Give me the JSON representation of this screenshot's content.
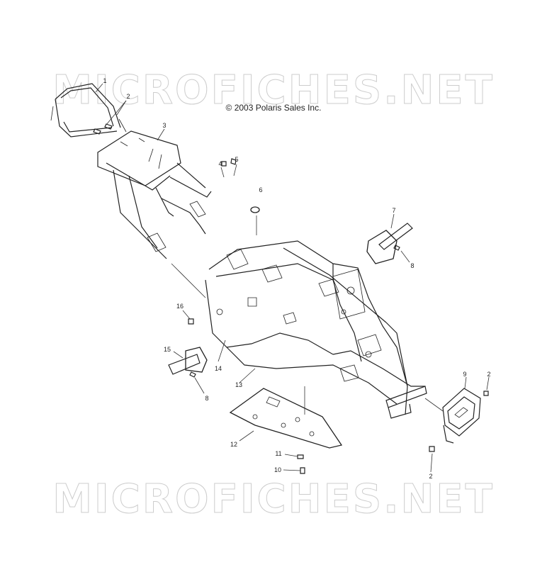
{
  "watermark_top": "MICROFICHES.NET",
  "watermark_bottom": "MICROFICHES.NET",
  "copyright": "© 2003 Polaris Sales Inc.",
  "callouts": {
    "c1": "1",
    "c2a": "2",
    "c3": "3",
    "c4": "4",
    "c5": "5",
    "c6": "6",
    "c7": "7",
    "c8a": "8",
    "c9": "9",
    "c2b": "2",
    "c2c": "2",
    "c10": "10",
    "c11": "11",
    "c12": "12",
    "c13": "13",
    "c14": "14",
    "c15": "15",
    "c16": "16",
    "c8b": "8"
  }
}
